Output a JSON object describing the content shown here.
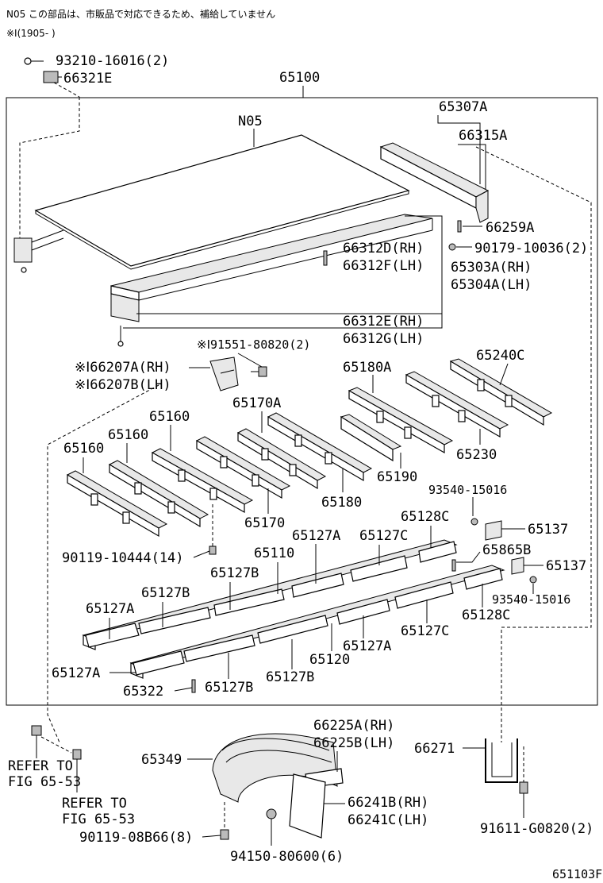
{
  "notes": {
    "line1": "N05  この部品は、市販品で対応できるため、補給していません",
    "line2": "※Ⅰ(1905-     )"
  },
  "figure_id": "651103F",
  "labels": {
    "p93210": "93210-16016(2)",
    "p66321E": "66321E",
    "p65100": "65100",
    "pN05": "N05",
    "p65307A": "65307A",
    "p66315A": "66315A",
    "p66259A": "66259A",
    "p90179": "90179-10036(2)",
    "p66312D": "66312D(RH)",
    "p66312F": "66312F(LH)",
    "p65303A": "65303A(RH)",
    "p65304A": "65304A(LH)",
    "p66312E": "66312E(RH)",
    "p66312G": "66312G(LH)",
    "p91551": "※Ⅰ91551-80820(2)",
    "p66207A": "※Ⅰ66207A(RH)",
    "p66207B": "※Ⅰ66207B(LH)",
    "p65180A": "65180A",
    "p65240C": "65240C",
    "p65160a": "65160",
    "p65160b": "65160",
    "p65160c": "65160",
    "p65170A": "65170A",
    "p65230": "65230",
    "p65190": "65190",
    "p65180": "65180",
    "p93540a": "93540-15016",
    "p65170": "65170",
    "p65128Ca": "65128C",
    "p65137a": "65137",
    "p65127Aa": "65127A",
    "p65127Ca": "65127C",
    "p65865B": "65865B",
    "p90119a": "90119-10444(14)",
    "p65110": "65110",
    "p65137b": "65137",
    "p65127Ba": "65127B",
    "p65127Bb": "65127B",
    "p93540b": "93540-15016",
    "p65127Ab": "65127A",
    "p65128Cb": "65128C",
    "p65127Cb": "65127C",
    "p65127Ac": "65127A",
    "p65120": "65120",
    "p65127Ad": "65127A",
    "p65322": "65322",
    "p65127Bc": "65127B",
    "p65127Bd": "65127B",
    "p66225A": "66225A(RH)",
    "p66225B": "66225B(LH)",
    "p65349": "65349",
    "p66271": "66271",
    "refer1a": "REFER TO",
    "refer1b": "FIG 65-53",
    "refer2a": "REFER TO",
    "refer2b": "FIG 65-53",
    "p66241B": "66241B(RH)",
    "p66241C": "66241C(LH)",
    "p90119b": "90119-08B66(8)",
    "p91611": "91611-G0820(2)",
    "p94150": "94150-80600(6)"
  }
}
